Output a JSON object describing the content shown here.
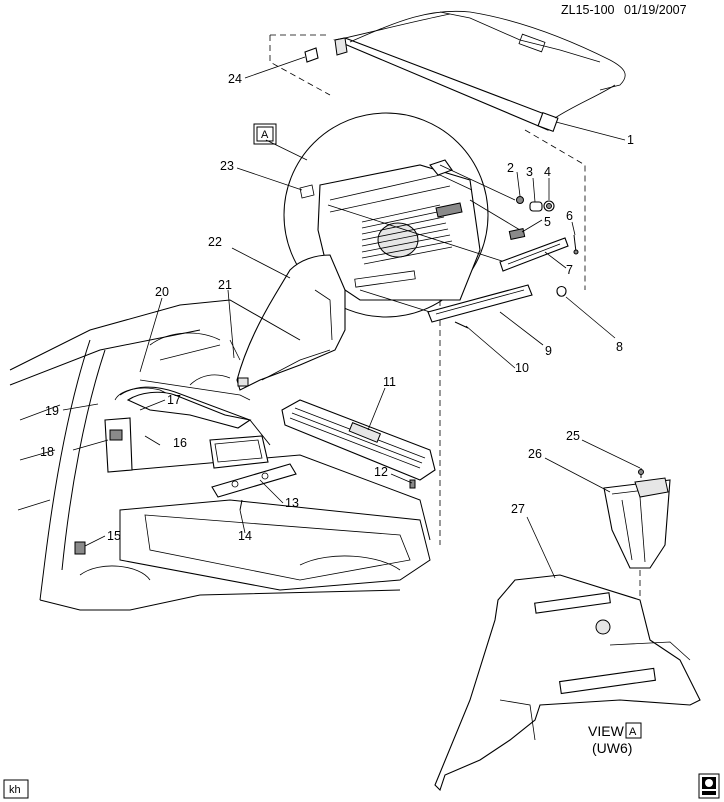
{
  "header": {
    "code": "ZL15-100",
    "date": "01/19/2007"
  },
  "view_label": {
    "line1": "VIEW",
    "line2": "(UW6)",
    "marker": "A"
  },
  "detail_marker": "A",
  "footer": {
    "left_tag": "kh"
  },
  "callouts": [
    "1",
    "2",
    "3",
    "4",
    "5",
    "6",
    "7",
    "8",
    "9",
    "10",
    "11",
    "12",
    "13",
    "14",
    "15",
    "16",
    "17",
    "18",
    "19",
    "20",
    "21",
    "22",
    "23",
    "24",
    "25",
    "26",
    "27"
  ]
}
